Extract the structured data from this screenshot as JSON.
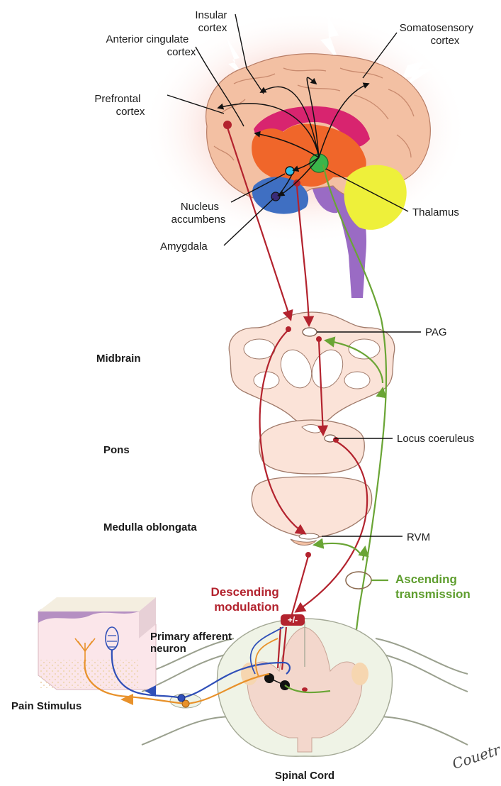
{
  "labels": {
    "insular_cortex": [
      "Insular",
      "cortex"
    ],
    "anterior_cingulate_cortex": [
      "Anterior cingulate",
      "cortex"
    ],
    "somatosensory_cortex": [
      "Somatosensory",
      "cortex"
    ],
    "prefrontal_cortex": [
      "Prefrontal",
      "cortex"
    ],
    "nucleus_accumbens": [
      "Nucleus",
      "accumbens"
    ],
    "amygdala": "Amygdala",
    "thalamus": "Thalamus",
    "pag": "PAG",
    "midbrain": "Midbrain",
    "pons": "Pons",
    "locus_coeruleus": "Locus coeruleus",
    "medulla_oblongata": "Medulla oblongata",
    "rvm": "RVM",
    "descending_modulation": [
      "Descending",
      "modulation"
    ],
    "ascending_transmission": [
      "Ascending",
      "transmission"
    ],
    "modulation_badge": "+/-",
    "primary_afferent_neuron": [
      "Primary afferent",
      "neuron"
    ],
    "pain_stimulus": "Pain Stimulus",
    "spinal_cord": "Spinal Cord",
    "signature": "Couetr"
  },
  "colors": {
    "descending": "#b3232e",
    "ascending": "#6aa535",
    "nociceptor_orange": "#e8912a",
    "nociceptor_blue": "#2f4fb8",
    "brain_tissue": "#f3c0a3",
    "thalamus_green": "#3bb54a",
    "cerebellum_yellow": "#eef03a",
    "brainstem_purple": "#9a6bc4",
    "limbic_blue": "#3f6fc2",
    "cingulate_magenta": "#d8246f",
    "basal_orange": "#f0662a"
  },
  "icons": [
    "lightning-bolt-icon",
    "neuron-dot-icon",
    "arrowhead-icon"
  ]
}
